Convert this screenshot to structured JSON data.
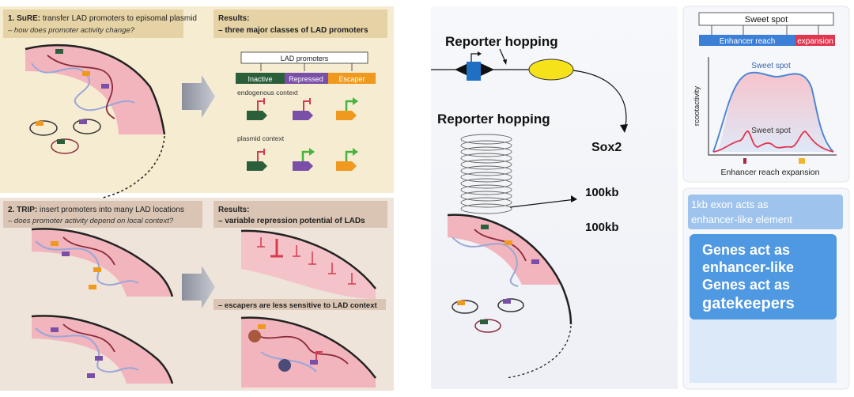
{
  "left": {
    "sure": {
      "title_bold": "1. SuRE:",
      "title_rest": " transfer LAD promoters to episomal plasmid",
      "question": "– how does promoter activity change?",
      "results_title": "Results:",
      "results_sub": "– three major classes of LAD promoters",
      "box_label": "LAD promoters",
      "classes": [
        {
          "label": "Inactive",
          "color": "#2b5f3a"
        },
        {
          "label": "Repressed",
          "color": "#7a4fa8"
        },
        {
          "label": "Escaper",
          "color": "#ef9a1f"
        }
      ],
      "endogenous_label": "endogenous context",
      "plasmid_label": "plasmid context"
    },
    "trip": {
      "title_bold": "2. TRIP:",
      "title_rest": " insert promoters into many LAD locations",
      "question": "– does promoter activity depend on local context?",
      "results_title": "Results:",
      "results_sub": "– variable repression potential of LADs",
      "escapers_note": "– escapers are less sensitive to LAD context"
    }
  },
  "middle": {
    "reporter_hopping_1": "Reporter hopping",
    "reporter_hopping_2": "Reporter  hopping",
    "sox2": "Sox2",
    "kb_1": "100kb",
    "kb_2": "100kb"
  },
  "right": {
    "sweet_spot_box": "Sweet spot",
    "enhancer_reach": "Enhancer reach",
    "expansion": "expansion",
    "ylabel": "rcootactivity",
    "curve_label_1": "Sweet spot",
    "curve_label_2": "Sweet spot",
    "xlabel": "Enhancer reach expansion",
    "exon_note": "1kb exon acts as enhancer-like element",
    "big_text_1": "Genes act as",
    "big_text_2": "enhancer-like",
    "big_text_3": "Genes act as",
    "big_text_4": "gatekeepers"
  },
  "colors": {
    "tan_top": "#f6ecd1",
    "tan_bottom": "#efe4d9",
    "header_tan": "#e6d3a5",
    "lad_red": "#d63b4f",
    "blue_curve": "#4f86d6",
    "red_curve": "#e0364f",
    "panel_blue": "#4f98e2"
  }
}
